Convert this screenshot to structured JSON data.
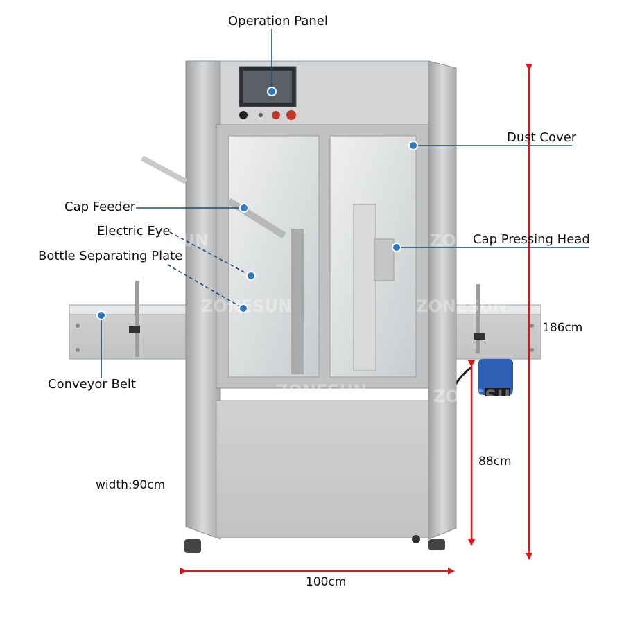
{
  "callouts": {
    "operation_panel": "Operation Panel",
    "dust_cover": "Dust Cover",
    "cap_feeder": "Cap Feeder",
    "electric_eye": "Electric Eye",
    "bottle_separating_plate": "Bottle Separating Plate",
    "cap_pressing_head": "Cap Pressing Head",
    "conveyor_belt": "Conveyor Belt"
  },
  "dimensions": {
    "total_height": "186cm",
    "conveyor_height": "88cm",
    "width": "width:90cm",
    "length": "100cm"
  },
  "watermark": "ZONESUN",
  "colors": {
    "callout_line": "#1f4e79",
    "callout_dot": "#2b78c5",
    "dimension_arrow": "#e0151b",
    "steel": "#c7c8c8",
    "steel_dark": "#8c8e90"
  }
}
